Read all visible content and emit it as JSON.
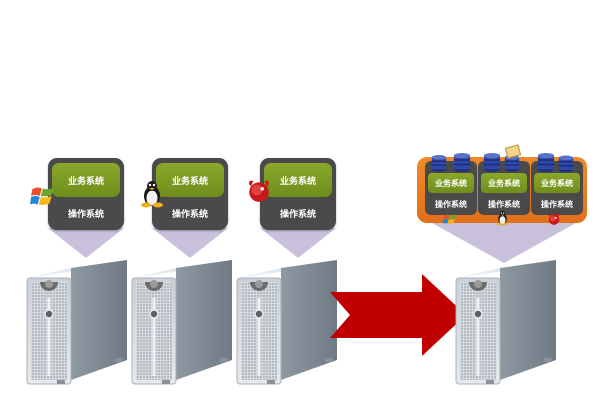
{
  "diagram": {
    "title": "",
    "before": {
      "servers": [
        {
          "business_label": "业务系统",
          "os_label": "操作系统",
          "os_icon": "windows-icon"
        },
        {
          "business_label": "业务系统",
          "os_label": "操作系统",
          "os_icon": "linux-tux-icon"
        },
        {
          "business_label": "业务系统",
          "os_label": "操作系统",
          "os_icon": "freebsd-icon"
        }
      ]
    },
    "arrow": {
      "direction": "right",
      "color": "#c00000"
    },
    "after": {
      "virtual_machines": [
        {
          "business_label": "业务系统",
          "os_label": "操作系统",
          "os_icon": "windows-icon"
        },
        {
          "business_label": "业务系统",
          "os_label": "操作系统",
          "os_icon": "linux-tux-icon"
        },
        {
          "business_label": "业务系统",
          "os_label": "操作系统",
          "os_icon": "freebsd-icon"
        }
      ]
    },
    "colors": {
      "business_box": "#7c9a22",
      "os_box": "#4a4a4a",
      "host_frame": "#e87c22",
      "pointer": "#c9c1dc",
      "arrow": "#c00000"
    }
  }
}
